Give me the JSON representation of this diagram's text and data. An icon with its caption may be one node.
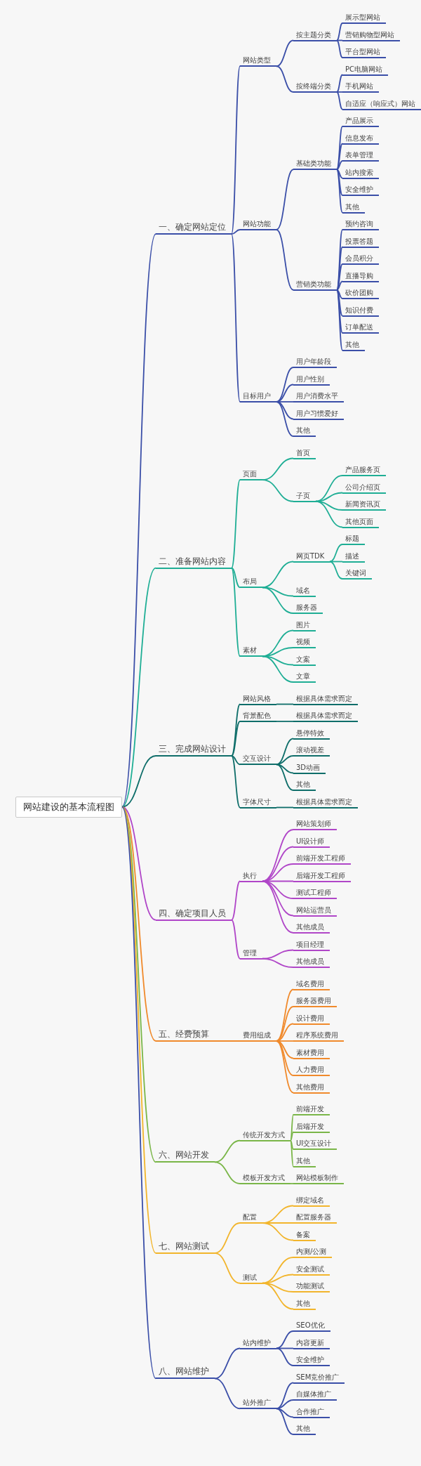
{
  "diagram": {
    "nodes": [
      {
        "text": [
          "网站建设的基本流程图"
        ]
      },
      {
        "text": [
          "一、确定网站定位"
        ]
      },
      {
        "text": [
          "网站类型"
        ]
      },
      {
        "text": [
          "按主题分类"
        ]
      },
      {
        "text": [
          "展示型网站"
        ]
      },
      {
        "text": [
          "营销购物型网站"
        ]
      },
      {
        "text": [
          "平台型网站"
        ]
      },
      {
        "text": [
          "按终端分类"
        ]
      },
      {
        "text": [
          "PC电脑网站"
        ]
      },
      {
        "text": [
          "手机网站"
        ]
      },
      {
        "text": [
          "自适应（响应式）网站"
        ]
      },
      {
        "text": [
          "网站功能"
        ]
      },
      {
        "text": [
          "基础类功能"
        ]
      },
      {
        "text": [
          "产品展示"
        ]
      },
      {
        "text": [
          "信息发布"
        ]
      },
      {
        "text": [
          "表单管理"
        ]
      },
      {
        "text": [
          "站内搜索"
        ]
      },
      {
        "text": [
          "安全维护"
        ]
      },
      {
        "text": [
          "其他"
        ]
      },
      {
        "text": [
          "营销类功能"
        ]
      },
      {
        "text": [
          "预约咨询"
        ]
      },
      {
        "text": [
          "投票答题"
        ]
      },
      {
        "text": [
          "会员积分"
        ]
      },
      {
        "text": [
          "直播导购"
        ]
      },
      {
        "text": [
          "砍价团购"
        ]
      },
      {
        "text": [
          "知识付费"
        ]
      },
      {
        "text": [
          "订单配送"
        ]
      },
      {
        "text": [
          "其他"
        ]
      },
      {
        "text": [
          "目标用户"
        ]
      },
      {
        "text": [
          "用户年龄段"
        ]
      },
      {
        "text": [
          "用户性别"
        ]
      },
      {
        "text": [
          "用户消费水平"
        ]
      },
      {
        "text": [
          "用户习惯爱好"
        ]
      },
      {
        "text": [
          "其他"
        ]
      },
      {
        "text": [
          "二、准备网站内容"
        ]
      },
      {
        "text": [
          "页面"
        ]
      },
      {
        "text": [
          "首页"
        ]
      },
      {
        "text": [
          "子页"
        ]
      },
      {
        "text": [
          "产品服务页"
        ]
      },
      {
        "text": [
          "公司介绍页"
        ]
      },
      {
        "text": [
          "新闻资讯页"
        ]
      },
      {
        "text": [
          "其他页面"
        ]
      },
      {
        "text": [
          "布局"
        ]
      },
      {
        "text": [
          "网页TDK"
        ]
      },
      {
        "text": [
          "标题"
        ]
      },
      {
        "text": [
          "描述"
        ]
      },
      {
        "text": [
          "关键词"
        ]
      },
      {
        "text": [
          "域名"
        ]
      },
      {
        "text": [
          "服务器"
        ]
      },
      {
        "text": [
          "素材"
        ]
      },
      {
        "text": [
          "图片"
        ]
      },
      {
        "text": [
          "视频"
        ]
      },
      {
        "text": [
          "文案"
        ]
      },
      {
        "text": [
          "文章"
        ]
      },
      {
        "text": [
          "三、完成网站设计"
        ]
      },
      {
        "text": [
          "网站风格"
        ]
      },
      {
        "text": [
          "根据具体需求而定"
        ]
      },
      {
        "text": [
          "背景配色"
        ]
      },
      {
        "text": [
          "根据具体需求而定"
        ]
      },
      {
        "text": [
          "交互设计"
        ]
      },
      {
        "text": [
          "悬停特效"
        ]
      },
      {
        "text": [
          "滚动视差"
        ]
      },
      {
        "text": [
          "3D动画"
        ]
      },
      {
        "text": [
          "其他"
        ]
      },
      {
        "text": [
          "字体尺寸"
        ]
      },
      {
        "text": [
          "根据具体需求而定"
        ]
      },
      {
        "text": [
          "四、确定项目人员"
        ]
      },
      {
        "text": [
          "执行"
        ]
      },
      {
        "text": [
          "网站策划师"
        ]
      },
      {
        "text": [
          "UI设计师"
        ]
      },
      {
        "text": [
          "前端开发工程师"
        ]
      },
      {
        "text": [
          "后端开发工程师"
        ]
      },
      {
        "text": [
          "测试工程师"
        ]
      },
      {
        "text": [
          "网站运营员"
        ]
      },
      {
        "text": [
          "其他成员"
        ]
      },
      {
        "text": [
          "管理"
        ]
      },
      {
        "text": [
          "项目经理"
        ]
      },
      {
        "text": [
          "其他成员"
        ]
      },
      {
        "text": [
          "五、经费预算"
        ]
      },
      {
        "text": [
          "费用组成"
        ]
      },
      {
        "text": [
          "域名费用"
        ]
      },
      {
        "text": [
          "服务器费用"
        ]
      },
      {
        "text": [
          "设计费用"
        ]
      },
      {
        "text": [
          "程序系统费用"
        ]
      },
      {
        "text": [
          "素材费用"
        ]
      },
      {
        "text": [
          "人力费用"
        ]
      },
      {
        "text": [
          "其他费用"
        ]
      },
      {
        "text": [
          "六、网站开发"
        ]
      },
      {
        "text": [
          "传统开发方式"
        ]
      },
      {
        "text": [
          "前端开发"
        ]
      },
      {
        "text": [
          "后端开发"
        ]
      },
      {
        "text": [
          "UI交互设计"
        ]
      },
      {
        "text": [
          "其他"
        ]
      },
      {
        "text": [
          "模板开发方式"
        ]
      },
      {
        "text": [
          "网站模板制作"
        ]
      },
      {
        "text": [
          "七、网站测试"
        ]
      },
      {
        "text": [
          "配置"
        ]
      },
      {
        "text": [
          "绑定域名"
        ]
      },
      {
        "text": [
          "配置服务器"
        ]
      },
      {
        "text": [
          "备案"
        ]
      },
      {
        "text": [
          "测试"
        ]
      },
      {
        "text": [
          "内测/公测"
        ]
      },
      {
        "text": [
          "安全测试"
        ]
      },
      {
        "text": [
          "功能测试"
        ]
      },
      {
        "text": [
          "其他"
        ]
      },
      {
        "text": [
          "八、网站维护"
        ]
      },
      {
        "text": [
          "站内维护"
        ]
      },
      {
        "text": [
          "SEO优化"
        ]
      },
      {
        "text": [
          "内容更新"
        ]
      },
      {
        "text": [
          "安全维护"
        ]
      },
      {
        "text": [
          "站外推广"
        ]
      },
      {
        "text": [
          "SEM竞价推广"
        ]
      },
      {
        "text": [
          "自媒体推广"
        ]
      },
      {
        "text": [
          "合作推广"
        ]
      },
      {
        "text": [
          "其他"
        ]
      }
    ],
    "edges": [
      {
        "from": 0,
        "to": 1,
        "arrow": "none",
        "color": "#3b4fa8"
      },
      {
        "from": 1,
        "to": 2,
        "arrow": "none",
        "color": "#3b4fa8"
      },
      {
        "from": 2,
        "to": 3,
        "arrow": "none",
        "color": "#3b4fa8"
      },
      {
        "from": 3,
        "to": 4,
        "arrow": "none",
        "color": "#3b4fa8"
      },
      {
        "from": 3,
        "to": 5,
        "arrow": "none",
        "color": "#3b4fa8"
      },
      {
        "from": 3,
        "to": 6,
        "arrow": "none",
        "color": "#3b4fa8"
      },
      {
        "from": 2,
        "to": 7,
        "arrow": "none",
        "color": "#3b4fa8"
      },
      {
        "from": 7,
        "to": 8,
        "arrow": "none",
        "color": "#3b4fa8"
      },
      {
        "from": 7,
        "to": 9,
        "arrow": "none",
        "color": "#3b4fa8"
      },
      {
        "from": 7,
        "to": 10,
        "arrow": "none",
        "color": "#3b4fa8"
      },
      {
        "from": 1,
        "to": 11,
        "arrow": "none",
        "color": "#3b4fa8"
      },
      {
        "from": 11,
        "to": 12,
        "arrow": "none",
        "color": "#3b4fa8"
      },
      {
        "from": 12,
        "to": 13,
        "arrow": "none",
        "color": "#3b4fa8"
      },
      {
        "from": 12,
        "to": 14,
        "arrow": "none",
        "color": "#3b4fa8"
      },
      {
        "from": 12,
        "to": 15,
        "arrow": "none",
        "color": "#3b4fa8"
      },
      {
        "from": 12,
        "to": 16,
        "arrow": "none",
        "color": "#3b4fa8"
      },
      {
        "from": 12,
        "to": 17,
        "arrow": "none",
        "color": "#3b4fa8"
      },
      {
        "from": 12,
        "to": 18,
        "arrow": "none",
        "color": "#3b4fa8"
      },
      {
        "from": 11,
        "to": 19,
        "arrow": "none",
        "color": "#3b4fa8"
      },
      {
        "from": 19,
        "to": 20,
        "arrow": "none",
        "color": "#3b4fa8"
      },
      {
        "from": 19,
        "to": 21,
        "arrow": "none",
        "color": "#3b4fa8"
      },
      {
        "from": 19,
        "to": 22,
        "arrow": "none",
        "color": "#3b4fa8"
      },
      {
        "from": 19,
        "to": 23,
        "arrow": "none",
        "color": "#3b4fa8"
      },
      {
        "from": 19,
        "to": 24,
        "arrow": "none",
        "color": "#3b4fa8"
      },
      {
        "from": 19,
        "to": 25,
        "arrow": "none",
        "color": "#3b4fa8"
      },
      {
        "from": 19,
        "to": 26,
        "arrow": "none",
        "color": "#3b4fa8"
      },
      {
        "from": 19,
        "to": 27,
        "arrow": "none",
        "color": "#3b4fa8"
      },
      {
        "from": 1,
        "to": 28,
        "arrow": "none",
        "color": "#3b4fa8"
      },
      {
        "from": 28,
        "to": 29,
        "arrow": "none",
        "color": "#3b4fa8"
      },
      {
        "from": 28,
        "to": 30,
        "arrow": "none",
        "color": "#3b4fa8"
      },
      {
        "from": 28,
        "to": 31,
        "arrow": "none",
        "color": "#3b4fa8"
      },
      {
        "from": 28,
        "to": 32,
        "arrow": "none",
        "color": "#3b4fa8"
      },
      {
        "from": 28,
        "to": 33,
        "arrow": "none",
        "color": "#3b4fa8"
      },
      {
        "from": 0,
        "to": 34,
        "arrow": "none",
        "color": "#1fae95"
      },
      {
        "from": 34,
        "to": 35,
        "arrow": "none",
        "color": "#1fae95"
      },
      {
        "from": 35,
        "to": 36,
        "arrow": "none",
        "color": "#1fae95"
      },
      {
        "from": 35,
        "to": 37,
        "arrow": "none",
        "color": "#1fae95"
      },
      {
        "from": 37,
        "to": 38,
        "arrow": "none",
        "color": "#1fae95"
      },
      {
        "from": 37,
        "to": 39,
        "arrow": "none",
        "color": "#1fae95"
      },
      {
        "from": 37,
        "to": 40,
        "arrow": "none",
        "color": "#1fae95"
      },
      {
        "from": 37,
        "to": 41,
        "arrow": "none",
        "color": "#1fae95"
      },
      {
        "from": 34,
        "to": 42,
        "arrow": "none",
        "color": "#1fae95"
      },
      {
        "from": 42,
        "to": 43,
        "arrow": "none",
        "color": "#1fae95"
      },
      {
        "from": 43,
        "to": 44,
        "arrow": "none",
        "color": "#1fae95"
      },
      {
        "from": 43,
        "to": 45,
        "arrow": "none",
        "color": "#1fae95"
      },
      {
        "from": 43,
        "to": 46,
        "arrow": "none",
        "color": "#1fae95"
      },
      {
        "from": 42,
        "to": 47,
        "arrow": "none",
        "color": "#1fae95"
      },
      {
        "from": 42,
        "to": 48,
        "arrow": "none",
        "color": "#1fae95"
      },
      {
        "from": 34,
        "to": 49,
        "arrow": "none",
        "color": "#1fae95"
      },
      {
        "from": 49,
        "to": 50,
        "arrow": "none",
        "color": "#1fae95"
      },
      {
        "from": 49,
        "to": 51,
        "arrow": "none",
        "color": "#1fae95"
      },
      {
        "from": 49,
        "to": 52,
        "arrow": "none",
        "color": "#1fae95"
      },
      {
        "from": 49,
        "to": 53,
        "arrow": "none",
        "color": "#1fae95"
      },
      {
        "from": 0,
        "to": 54,
        "arrow": "none",
        "color": "#0f6e6a"
      },
      {
        "from": 54,
        "to": 55,
        "arrow": "none",
        "color": "#0f6e6a"
      },
      {
        "from": 55,
        "to": 56,
        "arrow": "none",
        "color": "#0f6e6a"
      },
      {
        "from": 54,
        "to": 57,
        "arrow": "none",
        "color": "#0f6e6a"
      },
      {
        "from": 57,
        "to": 58,
        "arrow": "none",
        "color": "#0f6e6a"
      },
      {
        "from": 54,
        "to": 59,
        "arrow": "none",
        "color": "#0f6e6a"
      },
      {
        "from": 59,
        "to": 60,
        "arrow": "none",
        "color": "#0f6e6a"
      },
      {
        "from": 59,
        "to": 61,
        "arrow": "none",
        "color": "#0f6e6a"
      },
      {
        "from": 59,
        "to": 62,
        "arrow": "none",
        "color": "#0f6e6a"
      },
      {
        "from": 59,
        "to": 63,
        "arrow": "none",
        "color": "#0f6e6a"
      },
      {
        "from": 54,
        "to": 64,
        "arrow": "none",
        "color": "#0f6e6a"
      },
      {
        "from": 64,
        "to": 65,
        "arrow": "none",
        "color": "#0f6e6a"
      },
      {
        "from": 0,
        "to": 66,
        "arrow": "none",
        "color": "#b046c8"
      },
      {
        "from": 66,
        "to": 67,
        "arrow": "none",
        "color": "#b046c8"
      },
      {
        "from": 67,
        "to": 68,
        "arrow": "none",
        "color": "#b046c8"
      },
      {
        "from": 67,
        "to": 69,
        "arrow": "none",
        "color": "#b046c8"
      },
      {
        "from": 67,
        "to": 70,
        "arrow": "none",
        "color": "#b046c8"
      },
      {
        "from": 67,
        "to": 71,
        "arrow": "none",
        "color": "#b046c8"
      },
      {
        "from": 67,
        "to": 72,
        "arrow": "none",
        "color": "#b046c8"
      },
      {
        "from": 67,
        "to": 73,
        "arrow": "none",
        "color": "#b046c8"
      },
      {
        "from": 67,
        "to": 74,
        "arrow": "none",
        "color": "#b046c8"
      },
      {
        "from": 66,
        "to": 75,
        "arrow": "none",
        "color": "#b046c8"
      },
      {
        "from": 75,
        "to": 76,
        "arrow": "none",
        "color": "#b046c8"
      },
      {
        "from": 75,
        "to": 77,
        "arrow": "none",
        "color": "#b046c8"
      },
      {
        "from": 0,
        "to": 78,
        "arrow": "none",
        "color": "#f08a2c"
      },
      {
        "from": 78,
        "to": 79,
        "arrow": "none",
        "color": "#f08a2c"
      },
      {
        "from": 79,
        "to": 80,
        "arrow": "none",
        "color": "#f08a2c"
      },
      {
        "from": 79,
        "to": 81,
        "arrow": "none",
        "color": "#f08a2c"
      },
      {
        "from": 79,
        "to": 82,
        "arrow": "none",
        "color": "#f08a2c"
      },
      {
        "from": 79,
        "to": 83,
        "arrow": "none",
        "color": "#f08a2c"
      },
      {
        "from": 79,
        "to": 84,
        "arrow": "none",
        "color": "#f08a2c"
      },
      {
        "from": 79,
        "to": 85,
        "arrow": "none",
        "color": "#f08a2c"
      },
      {
        "from": 79,
        "to": 86,
        "arrow": "none",
        "color": "#f08a2c"
      },
      {
        "from": 0,
        "to": 87,
        "arrow": "none",
        "color": "#7ab648"
      },
      {
        "from": 87,
        "to": 88,
        "arrow": "none",
        "color": "#7ab648"
      },
      {
        "from": 88,
        "to": 89,
        "arrow": "none",
        "color": "#7ab648"
      },
      {
        "from": 88,
        "to": 90,
        "arrow": "none",
        "color": "#7ab648"
      },
      {
        "from": 88,
        "to": 91,
        "arrow": "none",
        "color": "#7ab648"
      },
      {
        "from": 88,
        "to": 92,
        "arrow": "none",
        "color": "#7ab648"
      },
      {
        "from": 87,
        "to": 93,
        "arrow": "none",
        "color": "#7ab648"
      },
      {
        "from": 93,
        "to": 94,
        "arrow": "none",
        "color": "#7ab648"
      },
      {
        "from": 0,
        "to": 95,
        "arrow": "none",
        "color": "#f2b52c"
      },
      {
        "from": 95,
        "to": 96,
        "arrow": "none",
        "color": "#f2b52c"
      },
      {
        "from": 96,
        "to": 97,
        "arrow": "none",
        "color": "#f2b52c"
      },
      {
        "from": 96,
        "to": 98,
        "arrow": "none",
        "color": "#f2b52c"
      },
      {
        "from": 96,
        "to": 99,
        "arrow": "none",
        "color": "#f2b52c"
      },
      {
        "from": 95,
        "to": 100,
        "arrow": "none",
        "color": "#f2b52c"
      },
      {
        "from": 100,
        "to": 101,
        "arrow": "none",
        "color": "#f2b52c"
      },
      {
        "from": 100,
        "to": 102,
        "arrow": "none",
        "color": "#f2b52c"
      },
      {
        "from": 100,
        "to": 103,
        "arrow": "none",
        "color": "#f2b52c"
      },
      {
        "from": 100,
        "to": 104,
        "arrow": "none",
        "color": "#f2b52c"
      },
      {
        "from": 0,
        "to": 105,
        "arrow": "none",
        "color": "#3b4fa8"
      },
      {
        "from": 105,
        "to": 106,
        "arrow": "none",
        "color": "#3b4fa8"
      },
      {
        "from": 106,
        "to": 107,
        "arrow": "none",
        "color": "#3b4fa8"
      },
      {
        "from": 106,
        "to": 108,
        "arrow": "none",
        "color": "#3b4fa8"
      },
      {
        "from": 106,
        "to": 109,
        "arrow": "none",
        "color": "#3b4fa8"
      },
      {
        "from": 105,
        "to": 110,
        "arrow": "none",
        "color": "#3b4fa8"
      },
      {
        "from": 110,
        "to": 111,
        "arrow": "none",
        "color": "#3b4fa8"
      },
      {
        "from": 110,
        "to": 112,
        "arrow": "none",
        "color": "#3b4fa8"
      },
      {
        "from": 110,
        "to": 113,
        "arrow": "none",
        "color": "#3b4fa8"
      },
      {
        "from": 110,
        "to": 114,
        "arrow": "none",
        "color": "#3b4fa8"
      }
    ]
  }
}
